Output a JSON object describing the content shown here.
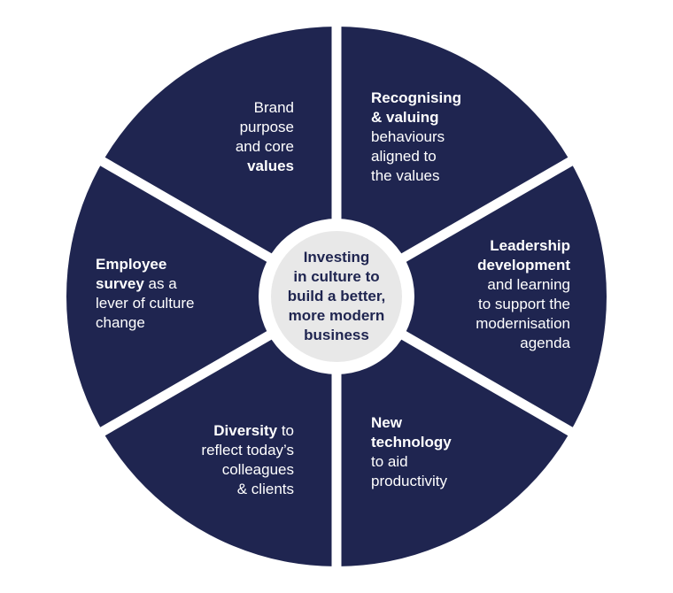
{
  "colors": {
    "segment": "#1f2550",
    "gap": "#ffffff",
    "center_fill": "#e8e8e8",
    "center_text": "#1f2550",
    "segment_text": "#ffffff"
  },
  "center": {
    "lines": [
      "Investing",
      "in culture to",
      "build a better,",
      "more modern",
      "business"
    ]
  },
  "segments": [
    {
      "id": "brand",
      "lines": [
        {
          "text": "Brand",
          "bold": false
        },
        {
          "text": "purpose",
          "bold": false
        },
        {
          "text": "and core",
          "bold": false
        },
        {
          "text": "values",
          "bold": true
        }
      ]
    },
    {
      "id": "recognising",
      "lines": [
        {
          "text": "Recognising",
          "bold": true
        },
        {
          "text": "& valuing",
          "bold": true
        },
        {
          "text": "behaviours",
          "bold": false
        },
        {
          "text": "aligned to",
          "bold": false
        },
        {
          "text": "the values",
          "bold": false
        }
      ]
    },
    {
      "id": "leadership",
      "lines": [
        {
          "text": "Leadership",
          "bold": true
        },
        {
          "text": "development",
          "bold": true
        },
        {
          "text": "and learning",
          "bold": false
        },
        {
          "text": "to support the",
          "bold": false
        },
        {
          "text": "modernisation",
          "bold": false
        },
        {
          "text": "agenda",
          "bold": false
        }
      ]
    },
    {
      "id": "technology",
      "lines": [
        {
          "text": "New",
          "bold": true
        },
        {
          "text": "technology",
          "bold": true
        },
        {
          "text": "to aid",
          "bold": false
        },
        {
          "text": "productivity",
          "bold": false
        }
      ]
    },
    {
      "id": "diversity",
      "lines": [
        {
          "text": "Diversity",
          "bold": true,
          "rest": " to"
        },
        {
          "text": "reflect today’s",
          "bold": false
        },
        {
          "text": "colleagues",
          "bold": false
        },
        {
          "text": "& clients",
          "bold": false
        }
      ]
    },
    {
      "id": "employee",
      "lines": [
        {
          "text": "Employee",
          "bold": true
        },
        {
          "text": "survey",
          "bold": true,
          "rest": " as a"
        },
        {
          "text": "lever of culture",
          "bold": false
        },
        {
          "text": "change",
          "bold": false
        }
      ]
    }
  ]
}
